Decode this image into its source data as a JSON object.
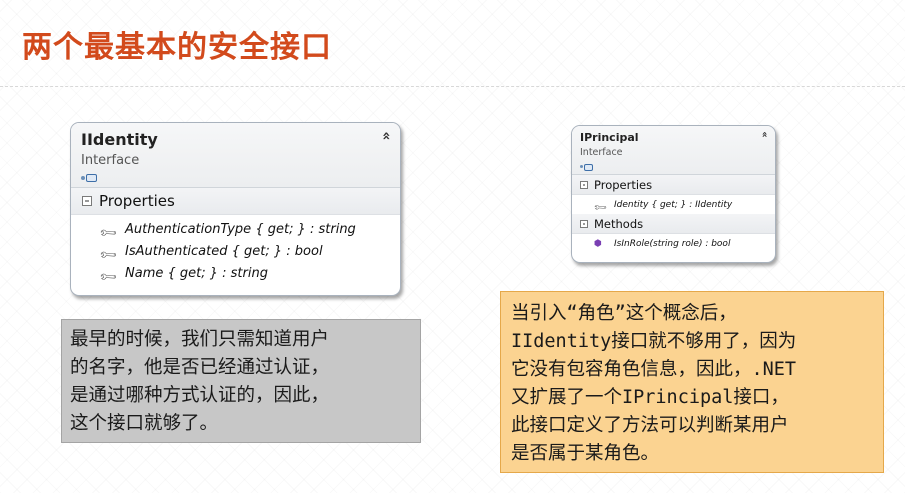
{
  "slide": {
    "title": "两个最基本的安全接口"
  },
  "left_diagram": {
    "name": "IIdentity",
    "kind": "Interface",
    "collapse_glyph": "»",
    "sections": [
      {
        "label": "Properties",
        "members": [
          {
            "text": "AuthenticationType { get; } : string",
            "icon": "wrench-icon"
          },
          {
            "text": "IsAuthenticated { get; } : bool",
            "icon": "wrench-icon"
          },
          {
            "text": "Name { get; } : string",
            "icon": "wrench-icon"
          }
        ]
      }
    ]
  },
  "right_diagram": {
    "name": "IPrincipal",
    "kind": "Interface",
    "collapse_glyph": "»",
    "sections": [
      {
        "label": "Properties",
        "members": [
          {
            "text": "Identity { get; } : IIdentity",
            "icon": "wrench-icon"
          }
        ]
      },
      {
        "label": "Methods",
        "members": [
          {
            "text": "IsInRole(string role) : bool",
            "icon": "method-icon"
          }
        ]
      }
    ]
  },
  "notes": {
    "left": [
      "最早的时候，我们只需知道用户",
      "的名字，他是否已经通过认证，",
      "是通过哪种方式认证的，因此，",
      "这个接口就够了。"
    ],
    "right": [
      "当引入“角色”这个概念后，",
      "IIdentity接口就不够用了，因为",
      "它没有包容角色信息，因此，.NET",
      "又扩展了一个IPrincipal接口，",
      "此接口定义了方法可以判断某用户",
      "是否属于某角色。"
    ]
  },
  "colors": {
    "title": "#d24a1c",
    "note_left_bg": "#c7c7c7",
    "note_right_bg": "#fbd391"
  }
}
